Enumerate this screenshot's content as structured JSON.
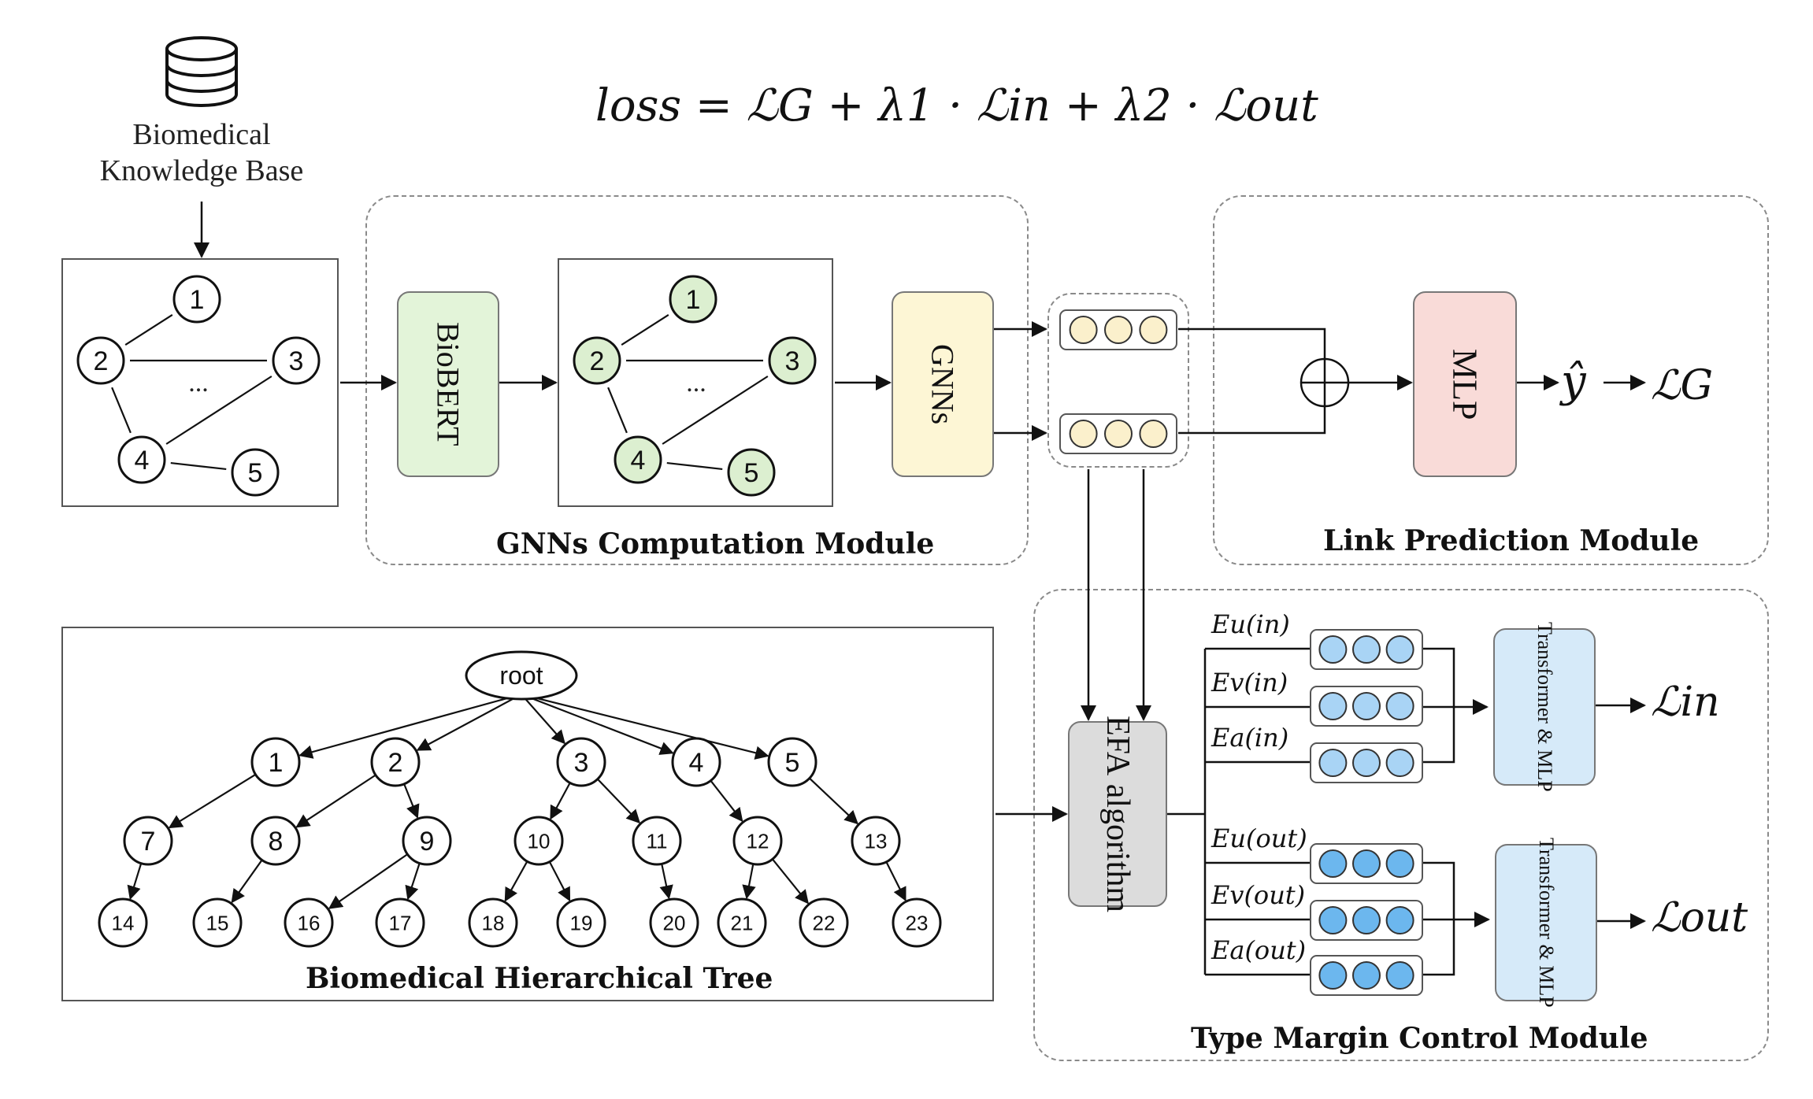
{
  "formula": "loss = ℒG + λ1 · ℒin + λ2 · ℒout",
  "kb_label": [
    "Biomedical",
    "Knowledge Base"
  ],
  "graph_nodes": [
    "1",
    "2",
    "3",
    "4",
    "5"
  ],
  "graph_ellipsis": "...",
  "biobert_label": "BioBERT",
  "gnns_label": "GNNs",
  "gnn_module_title": "GNNs Computation Module",
  "link_module_title": "Link Prediction Module",
  "mlp_label": "MLP",
  "y_hat": "ŷ",
  "loss_g": "ℒG",
  "efa_label": [
    "EFA",
    "algorithm"
  ],
  "type_module_title": "Type Margin Control Module",
  "tree_title": "Biomedical Hierarchical Tree",
  "tree_root": "root",
  "tree_level1": [
    "1",
    "2",
    "3",
    "4",
    "5"
  ],
  "tree_level2": [
    "7",
    "8",
    "9",
    "10",
    "11",
    "12",
    "13"
  ],
  "tree_level3": [
    "14",
    "15",
    "16",
    "17",
    "18",
    "19",
    "20",
    "21",
    "22",
    "23"
  ],
  "e_labels_in": [
    "Eu(in)",
    "Ev(in)",
    "Ea(in)"
  ],
  "e_labels_out": [
    "Eu(out)",
    "Ev(out)",
    "Ea(out)"
  ],
  "transformer_label": [
    "Transformer",
    "& MLP"
  ],
  "loss_in": "ℒin",
  "loss_out": "ℒout",
  "colors": {
    "biobert_fill": "#e3f4d9",
    "gnns_fill": "#fdf6d5",
    "mlp_fill": "#f9dbd8",
    "efa_fill": "#dcdcdc",
    "transformer_fill": "#d6eaf9",
    "green_node": "#dcefd0",
    "embed_cream": "#fbf0cc",
    "embed_blue_light": "#a9d4f5",
    "embed_blue": "#6cb7ee"
  }
}
